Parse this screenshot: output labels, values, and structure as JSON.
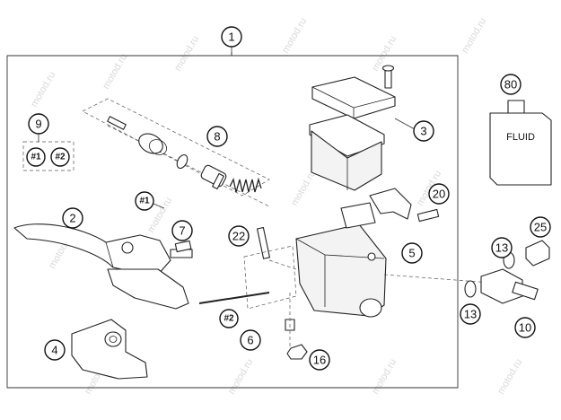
{
  "callouts": {
    "c1": "1",
    "c2": "2",
    "c3": "3",
    "c4": "4",
    "c5": "5",
    "c6": "6",
    "c7": "7",
    "c8": "8",
    "c9": "9",
    "c10": "10",
    "c13a": "13",
    "c13b": "13",
    "c16": "16",
    "c20": "20",
    "c22": "22",
    "c25": "25",
    "c80": "80",
    "h1a": "#1",
    "h2a": "#2",
    "h1b": "#1",
    "h2b": "#2"
  },
  "fluid_label": "FLUID",
  "watermark": "motod.ru"
}
